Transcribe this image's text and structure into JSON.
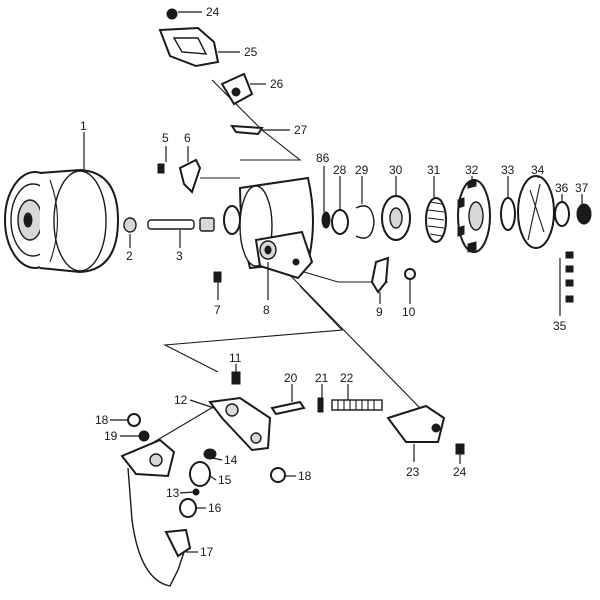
{
  "callouts": {
    "n1": "1",
    "n2": "2",
    "n3": "3",
    "n5": "5",
    "n6": "6",
    "n7": "7",
    "n8": "8",
    "n9": "9",
    "n10": "10",
    "n11": "11",
    "n12": "12",
    "n13": "13",
    "n14": "14",
    "n15": "15",
    "n16": "16",
    "n17": "17",
    "n18a": "18",
    "n18b": "18",
    "n19": "19",
    "n20": "20",
    "n21": "21",
    "n22": "22",
    "n23": "23",
    "n24a": "24",
    "n24b": "24",
    "n25": "25",
    "n26": "26",
    "n27": "27",
    "n28": "28",
    "n29": "29",
    "n30": "30",
    "n31": "31",
    "n32": "32",
    "n33": "33",
    "n34": "34",
    "n35": "35",
    "n36": "36",
    "n37": "37",
    "n86": "86"
  }
}
